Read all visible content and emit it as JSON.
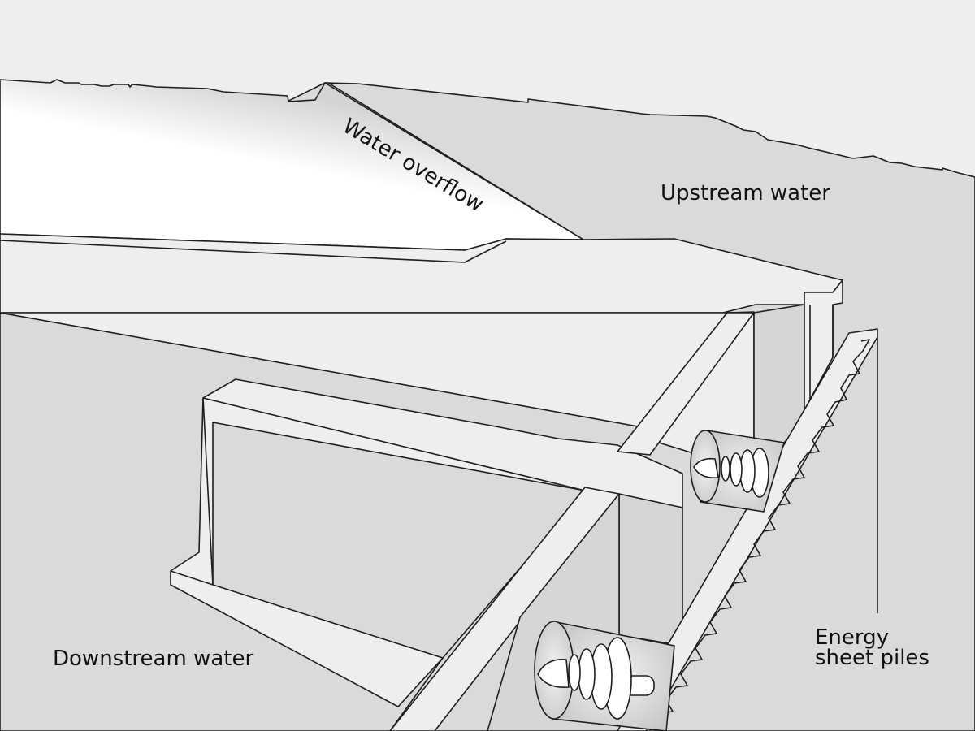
{
  "diagram": {
    "title": "Weir with energy sheet piles (cross-section)",
    "labels": {
      "water_overflow": "Water overflow",
      "upstream_water": "Upstream water",
      "downstream_water": "Downstream water",
      "energy_sheet_piles_line1": "Energy",
      "energy_sheet_piles_line2": "sheet piles"
    },
    "colors": {
      "background": "#eeeeee",
      "water": "#dadada",
      "concrete_top": "#eeeeee",
      "concrete_side": "#d6d6d6",
      "overflow_sheet": "#ffffff",
      "outline": "#1e1e1e",
      "text": "#111111"
    }
  }
}
